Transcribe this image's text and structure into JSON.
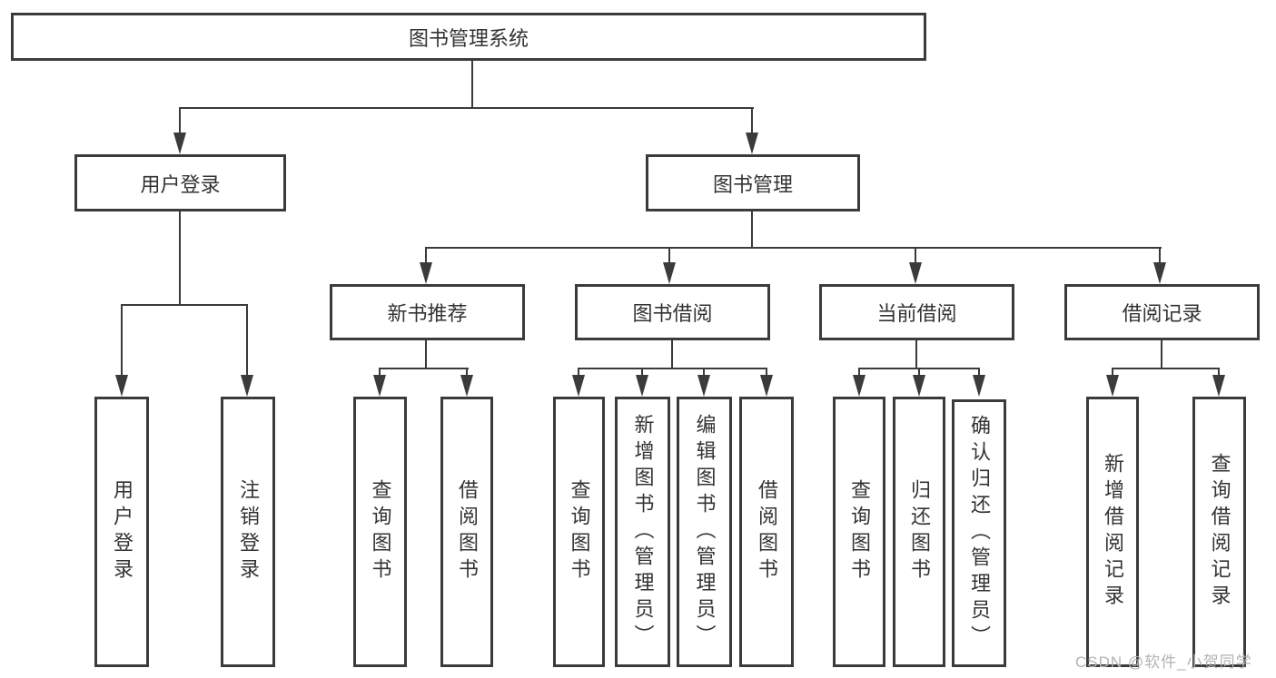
{
  "colors": {
    "line": "#3b3b3b",
    "text": "#333333",
    "watermark": "#b3b3b3",
    "background": "#ffffff"
  },
  "watermark": {
    "text": "CSDN @软件_小贺同学"
  },
  "tree": {
    "root": {
      "label": "图书管理系统"
    },
    "children": [
      {
        "label": "用户登录",
        "children": [
          {
            "label": "用户登录"
          },
          {
            "label": "注销登录"
          }
        ]
      },
      {
        "label": "图书管理",
        "children": [
          {
            "label": "新书推荐",
            "children": [
              {
                "label": "查询图书"
              },
              {
                "label": "借阅图书"
              }
            ]
          },
          {
            "label": "图书借阅",
            "children": [
              {
                "label": "查询图书"
              },
              {
                "label": "新增图书（管理员）"
              },
              {
                "label": "编辑图书（管理员）"
              },
              {
                "label": "借阅图书"
              }
            ]
          },
          {
            "label": "当前借阅",
            "children": [
              {
                "label": "查询图书"
              },
              {
                "label": "归还图书"
              },
              {
                "label": "确认归还（管理员）"
              }
            ]
          },
          {
            "label": "借阅记录",
            "children": [
              {
                "label": "新增借阅记录"
              },
              {
                "label": "查询借阅记录"
              }
            ]
          }
        ]
      }
    ]
  }
}
